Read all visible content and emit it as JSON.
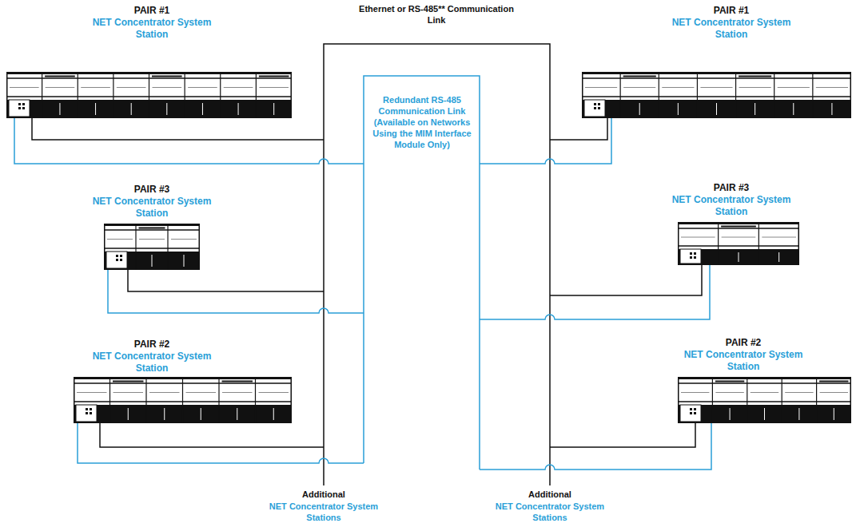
{
  "diagram": {
    "nodes": [
      {
        "text": [
          "PAIR #1",
          "NET Concentrator System Station"
        ]
      },
      {
        "text": [
          "PAIR #1",
          "NET Concentrator System Station"
        ]
      },
      {
        "text": [
          "PAIR #3",
          "NET Concentrator System Station"
        ]
      },
      {
        "text": [
          "PAIR #3",
          "NET Concentrator System Station"
        ]
      },
      {
        "text": [
          "PAIR #2",
          "NET Concentrator System Station"
        ]
      },
      {
        "text": [
          "PAIR #2",
          "NET Concentrator System Station"
        ]
      }
    ],
    "labels": [
      "Ethernet or RS-485** Communication Link",
      "Redundant RS-485 Communication Link (Available on Networks Using the MIM Interface Module Only)",
      "Additional",
      "NET Concentrator System Stations",
      "Additional",
      "NET Concentrator System Stations"
    ]
  }
}
